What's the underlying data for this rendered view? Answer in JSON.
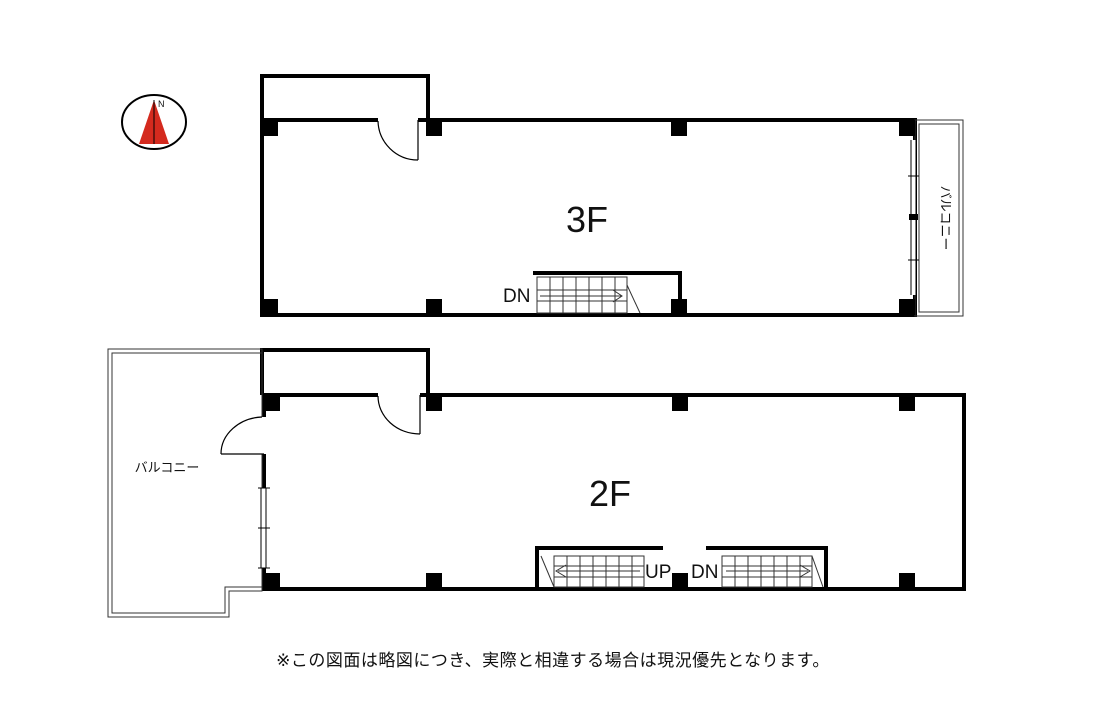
{
  "compass": {
    "north_mark": "N",
    "icon": "north-arrow-icon"
  },
  "floors": {
    "third": {
      "label": "3F",
      "stair_label": "DN",
      "balcony_label": "バルコニー"
    },
    "second": {
      "label": "2F",
      "stair_up_label": "UP",
      "stair_down_label": "DN",
      "balcony_label": "バルコニー"
    }
  },
  "note": "※この図面は略図につき、実際と相違する場合は現況優先となります。",
  "colors": {
    "wall": "#000000",
    "compass_red": "#d42a1e",
    "line": "#333333"
  }
}
